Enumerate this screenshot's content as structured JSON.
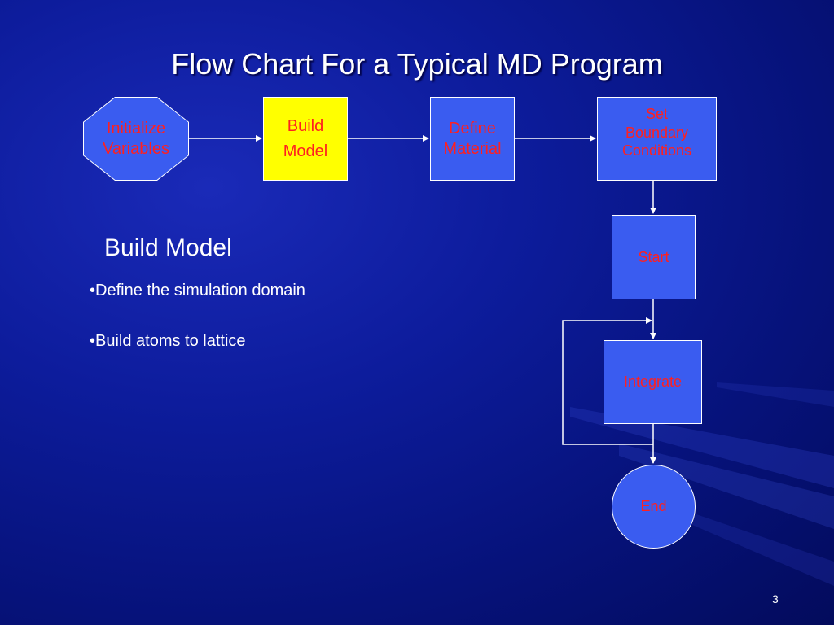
{
  "slide": {
    "title": "Flow Chart For a Typical MD Program",
    "page_number": "3"
  },
  "flowchart": {
    "nodes": {
      "initialize": [
        "Initialize",
        "Variables"
      ],
      "build_model": [
        "Build",
        "Model"
      ],
      "define_material": [
        "Define",
        "Material"
      ],
      "boundary": [
        "Set",
        "Boundary",
        "Conditions"
      ],
      "start": "Start",
      "integrate": "Integrate",
      "end": "End"
    },
    "colors": {
      "node_fill": "#3a5cf0",
      "highlight_fill": "#ffff00",
      "node_text": "#ff2020",
      "connector": "#ffffff"
    }
  },
  "content": {
    "heading": "Build Model",
    "bullets": [
      "•Define the simulation domain",
      "•Build atoms to lattice"
    ]
  }
}
